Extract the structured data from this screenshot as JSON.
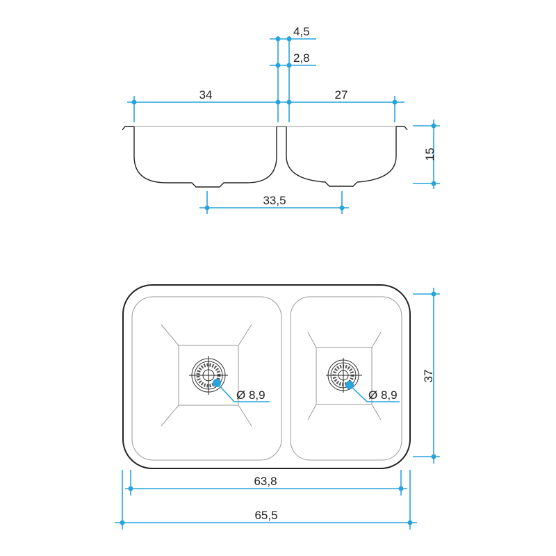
{
  "side_view": {
    "labels": {
      "left_bowl_width": "34",
      "right_bowl_width": "27",
      "divider_top": "4,5",
      "divider_bottom": "2,8",
      "depth": "15",
      "drain_spacing": "33,5"
    }
  },
  "top_view": {
    "labels": {
      "left_drain_diameter": "Ø 8,9",
      "right_drain_diameter": "Ø 8,9",
      "depth": "37",
      "inner_width": "63,8",
      "outer_width": "65,5"
    }
  },
  "colors": {
    "dimension": "#29a3dc",
    "outline": "#222222"
  }
}
